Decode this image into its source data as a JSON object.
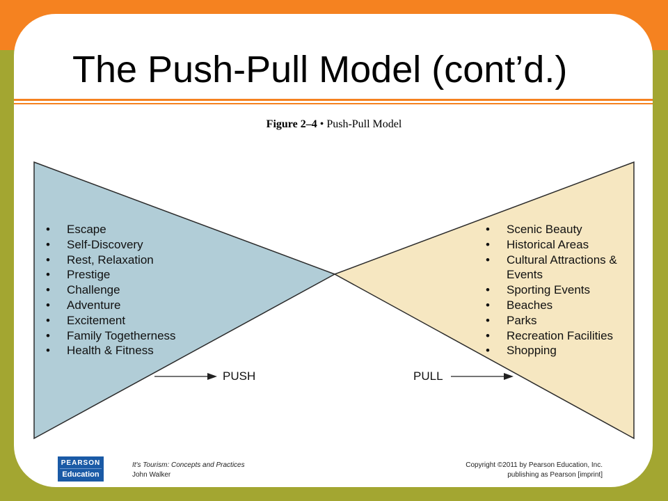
{
  "slide": {
    "title": "The Push-Pull Model (cont’d.)"
  },
  "figure": {
    "number": "Figure 2–4",
    "separator": " • ",
    "caption": "Push-Pull Model"
  },
  "diagram": {
    "push_color": "#b1cdd7",
    "pull_color": "#f6e7c1",
    "push_factors": [
      "Escape",
      "Self-Discovery",
      "Rest, Relaxation",
      "Prestige",
      "Challenge",
      "Adventure",
      "Excitement",
      "Family Togetherness",
      "Health & Fitness"
    ],
    "pull_factors": [
      "Scenic Beauty",
      "Historical Areas",
      "Cultural Attractions & Events",
      "Sporting Events",
      "Beaches",
      "Parks",
      "Recreation Facilities",
      "Shopping"
    ],
    "push_label": "PUSH",
    "pull_label": "PULL"
  },
  "footer": {
    "logo_top": "PEARSON",
    "logo_bottom": "Education",
    "book_title": "It's Tourism: Concepts and Practices",
    "author": "John Walker",
    "copyright_line1": "Copyright ©2011 by Pearson Education, Inc.",
    "copyright_line2": "publishing as Pearson [imprint]"
  },
  "theme": {
    "orange": "#f58220",
    "olive": "#a3a631",
    "pearson_blue": "#1a5aa6"
  }
}
